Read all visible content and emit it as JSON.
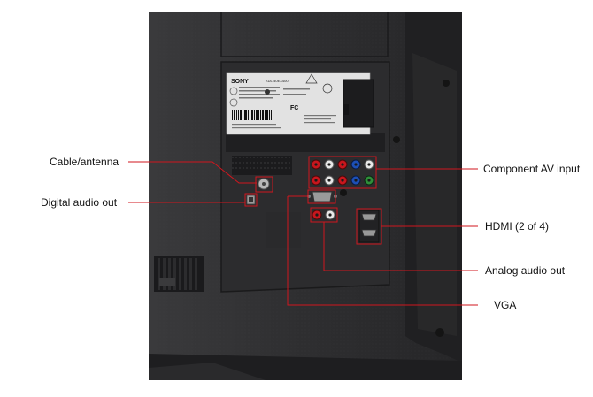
{
  "labels": {
    "cable_antenna": "Cable/antenna",
    "digital_audio_out": "Digital audio out",
    "component_av_input": "Component AV input",
    "hdmi": "HDMI (2 of 4)",
    "analog_audio_out": "Analog audio out",
    "vga": "VGA"
  },
  "tv_label": {
    "brand": "SONY",
    "model": "KDL-40EX400",
    "fc_mark": "FC"
  },
  "colors": {
    "callout": "#d0161e",
    "panel": "#2b2b2d",
    "port_red": "#c8161d",
    "port_white": "#e8e8e8",
    "port_blue": "#1d4fb5",
    "port_green": "#2f8f3a"
  }
}
